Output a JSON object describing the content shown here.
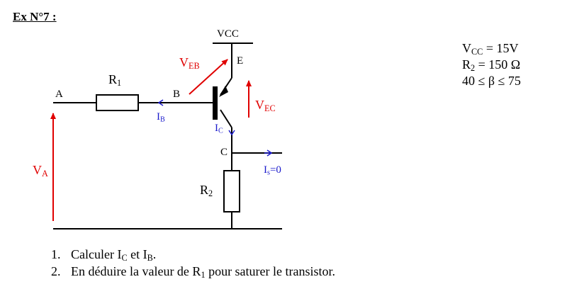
{
  "title": "Ex N°7 :",
  "params": {
    "vcc": {
      "main": "V",
      "sub": "CC",
      "rest": " = 15V"
    },
    "r2": {
      "main": "R",
      "sub": "2",
      "rest": " = 150 Ω"
    },
    "beta": "40 ≤ β ≤ 75"
  },
  "labels": {
    "vcc": "VCC",
    "e": "E",
    "a": "A",
    "b": "B",
    "c": "C",
    "r1": {
      "main": "R",
      "sub": "1"
    },
    "r2": {
      "main": "R",
      "sub": "2"
    },
    "veb": {
      "main": "V",
      "sub": "EB"
    },
    "vec": {
      "main": "V",
      "sub": "EC"
    },
    "va": {
      "main": "V",
      "sub": "A"
    },
    "ib": {
      "main": "I",
      "sub": "B"
    },
    "ic": {
      "main": "I",
      "sub": "C"
    },
    "is": {
      "main": "I",
      "sub": "s",
      "rest": "=0"
    }
  },
  "questions": [
    {
      "num": "1.",
      "parts": [
        "Calculer I",
        "C",
        " et I",
        "B",
        "."
      ]
    },
    {
      "num": "2.",
      "parts": [
        "En déduire la valeur de R",
        "1",
        " pour saturer le transistor."
      ]
    }
  ],
  "colors": {
    "voltage": "#e00000",
    "current": "#1b1bcc",
    "wire": "#000000"
  }
}
